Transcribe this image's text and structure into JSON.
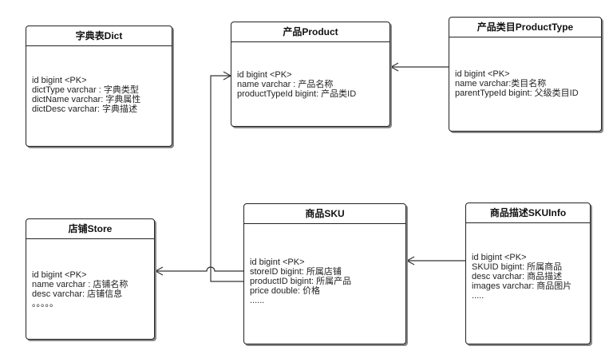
{
  "entities": {
    "dict": {
      "title": "字典表Dict",
      "fields": [
        "id bigint <PK>",
        "dictType varchar : 字典类型",
        "dictName varchar: 字典属性",
        "dictDesc varchar: 字典描述"
      ]
    },
    "product": {
      "title": "产品Product",
      "fields": [
        "id bigint <PK>",
        "name varchar : 产品名称",
        "productTypeId bigint: 产品类ID"
      ]
    },
    "productType": {
      "title": "产品类目ProductType",
      "fields": [
        "id bigint <PK>",
        "name varchar:类目名称",
        "parentTypeId bigint: 父级类目ID"
      ]
    },
    "store": {
      "title": "店铺Store",
      "fields": [
        "id bigint <PK>",
        "name varchar : 店铺名称",
        "desc varchar: 店铺信息",
        "。。。。。"
      ]
    },
    "sku": {
      "title": "商品SKU",
      "fields": [
        "id bigint <PK>",
        "storeID bigint: 所属店铺",
        "productID bigint: 所属产品",
        "price double: 价格",
        "......"
      ]
    },
    "skuInfo": {
      "title": "商品描述SKUInfo",
      "fields": [
        "id bigint <PK>",
        "SKUID bigint: 所属商品",
        "desc varchar: 商品描述",
        "images varchar: 商品图片",
        "....."
      ]
    }
  }
}
